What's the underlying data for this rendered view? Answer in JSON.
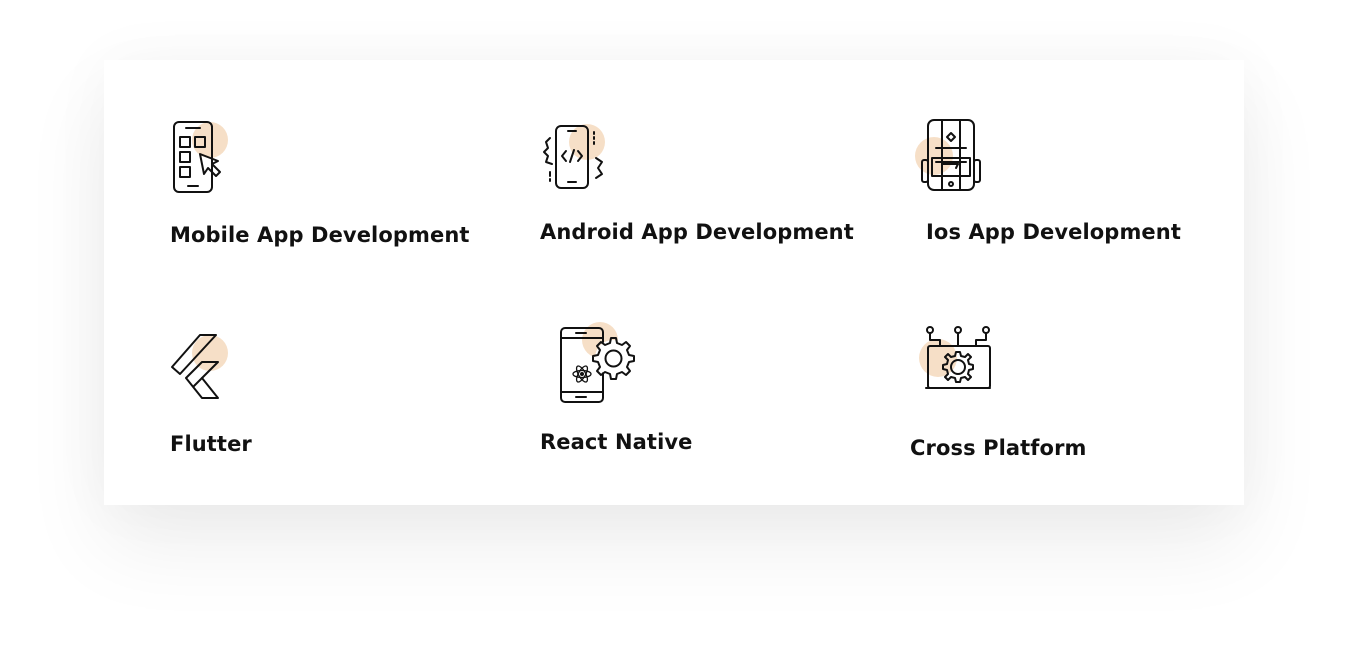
{
  "services": [
    {
      "title": "Mobile App Development",
      "icon": "mobile-app-icon"
    },
    {
      "title": "Android App Development",
      "icon": "android-code-icon"
    },
    {
      "title": "Ios App Development",
      "icon": "ios-device-icon"
    },
    {
      "title": "Flutter",
      "icon": "flutter-icon"
    },
    {
      "title": "React Native",
      "icon": "react-native-icon"
    },
    {
      "title": "Cross Platform",
      "icon": "cross-platform-icon"
    }
  ],
  "colors": {
    "accent_blob": "#f5d9bd",
    "text": "#111111",
    "icon_stroke": "#111111"
  }
}
